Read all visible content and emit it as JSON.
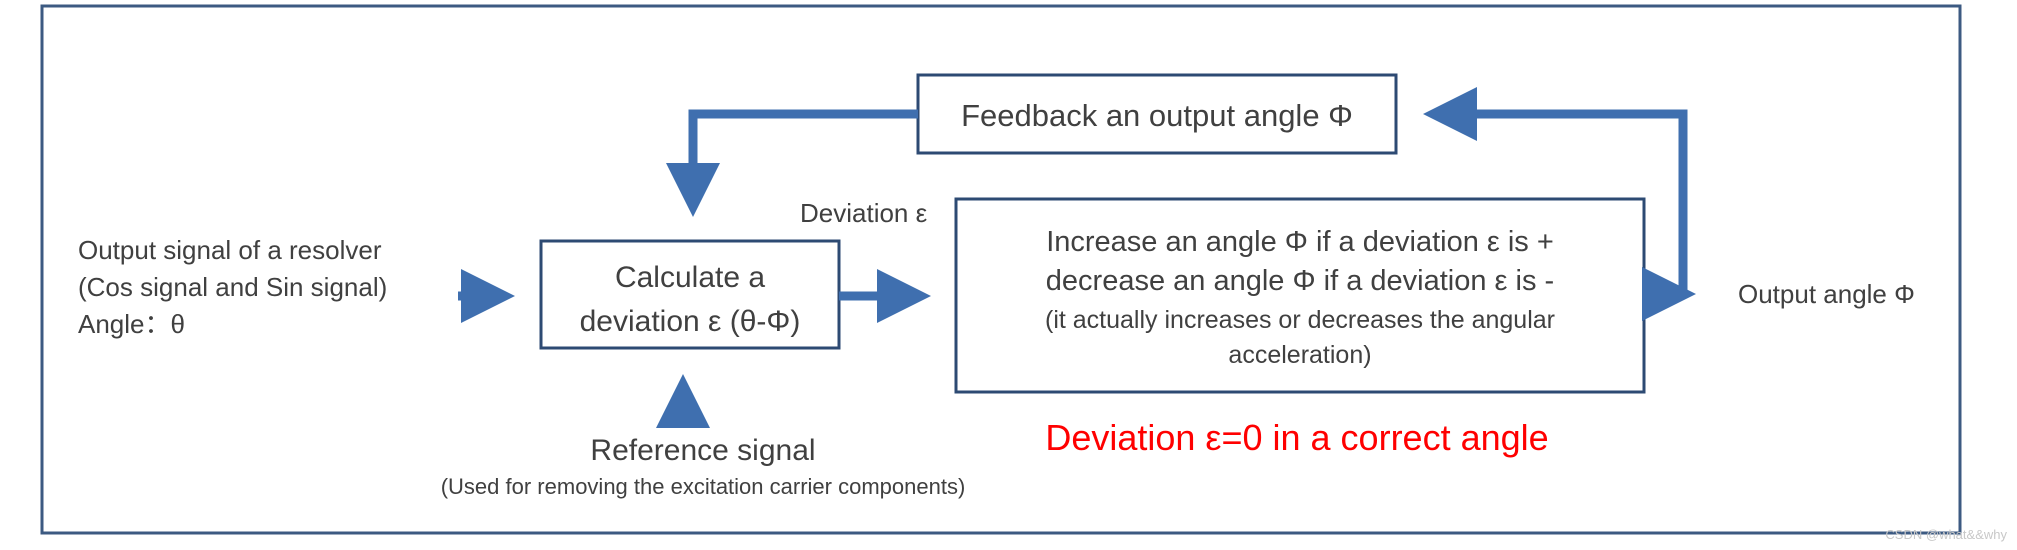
{
  "diagram": {
    "feedback_box": "Feedback an output angle Φ",
    "deviation_label": "Deviation ε",
    "input_lines": [
      "Output signal of a resolver",
      "(Cos signal and Sin signal)",
      "Angle：θ"
    ],
    "calc_box_lines": [
      "Calculate a",
      "deviation ε (θ-Φ)"
    ],
    "control_box_lines": [
      "Increase an angle Φ if a deviation ε is +",
      "decrease an angle Φ if a deviation ε is -",
      "(it actually increases or decreases the angular",
      "acceleration)"
    ],
    "output_label": "Output angle Φ",
    "reference_title": "Reference signal",
    "reference_note": "(Used for removing the excitation carrier components)",
    "zero_note": "Deviation ε=0 in a correct angle"
  },
  "watermark": "CSDN @what&&why",
  "colors": {
    "border": "#3c5a82",
    "arrow": "#3f6faf",
    "box_border": "#2d4a73",
    "text": "#404040",
    "highlight": "#ff0000"
  }
}
